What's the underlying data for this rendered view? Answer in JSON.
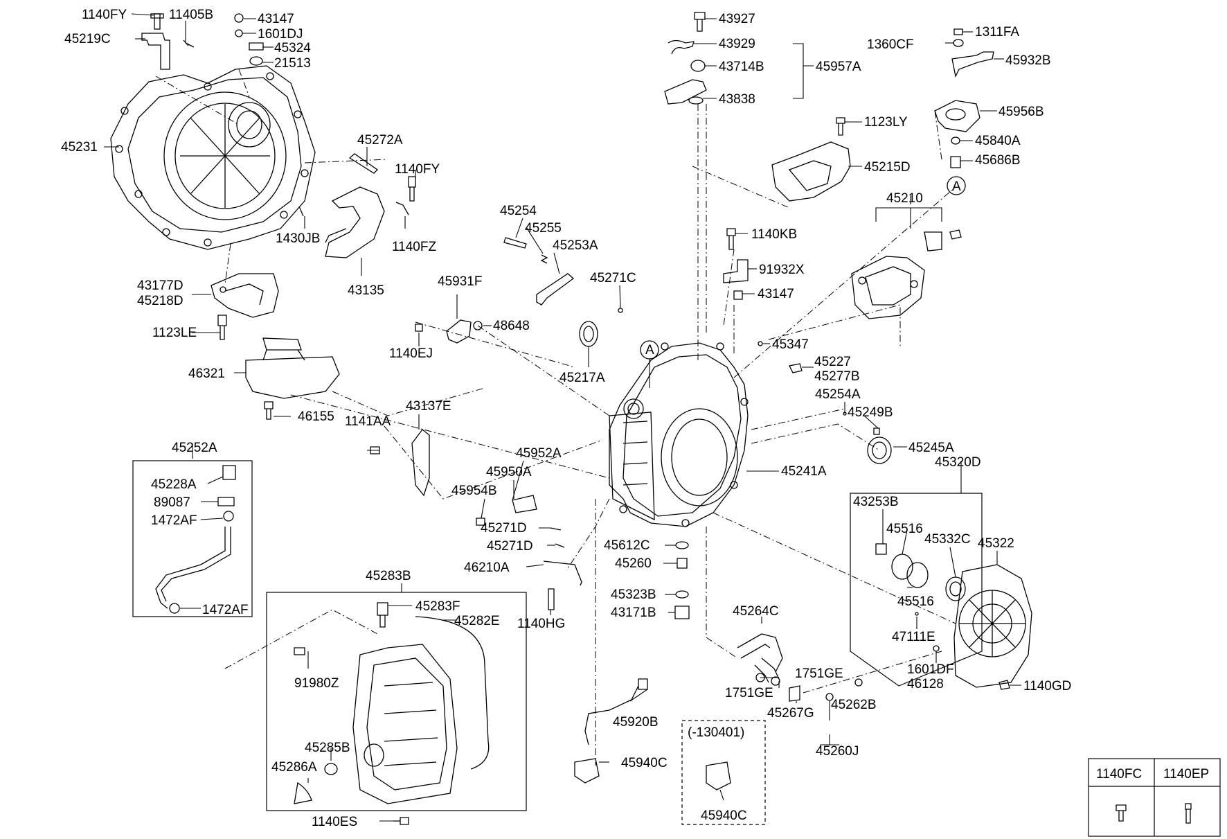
{
  "labels": {
    "p1140FY_a": "1140FY",
    "p11405B": "11405B",
    "p43147_a": "43147",
    "p1601DJ": "1601DJ",
    "p45324": "45324",
    "p21513": "21513",
    "p45219C": "45219C",
    "p45231": "45231",
    "p45272A": "45272A",
    "p1140FY_b": "1140FY",
    "p1140FZ": "1140FZ",
    "p1430JB": "1430JB",
    "p43135": "43135",
    "p43177D": "43177D",
    "p45218D": "45218D",
    "p1123LE": "1123LE",
    "p46321": "46321",
    "p46155": "46155",
    "p45252A": "45252A",
    "p45228A": "45228A",
    "p89087": "89087",
    "p1472AF_a": "1472AF",
    "p1472AF_b": "1472AF",
    "p45283B": "45283B",
    "p45283F": "45283F",
    "p45282E": "45282E",
    "p91980Z": "91980Z",
    "p45285B": "45285B",
    "p45286A": "45286A",
    "p1140ES": "1140ES",
    "p43927": "43927",
    "p43929": "43929",
    "p43714B": "43714B",
    "p45957A": "45957A",
    "p43838": "43838",
    "p45254": "45254",
    "p45255": "45255",
    "p45253A": "45253A",
    "p45271C": "45271C",
    "p45931F": "45931F",
    "p48648": "48648",
    "p1140EJ": "1140EJ",
    "p45217A": "45217A",
    "pA_1": "A",
    "p43137E": "43137E",
    "p1141AA": "1141AA",
    "p45952A": "45952A",
    "p45950A": "45950A",
    "p45954B": "45954B",
    "p45271D_a": "45271D",
    "p45271D_b": "45271D",
    "p46210A": "46210A",
    "p1140HG": "1140HG",
    "p45612C": "45612C",
    "p45260": "45260",
    "p45323B": "45323B",
    "p43171B": "43171B",
    "p45920B": "45920B",
    "p45940C_a": "45940C",
    "p130401": "(-130401)",
    "p45940C_b": "45940C",
    "p1140KB": "1140KB",
    "p91932X": "91932X",
    "p43147_b": "43147",
    "p45347": "45347",
    "p45227": "45227",
    "p45277B": "45277B",
    "p45254A": "45254A",
    "p45249B": "45249B",
    "p45245A": "45245A",
    "p45241A": "45241A",
    "p45264C": "45264C",
    "p1751GE_a": "1751GE",
    "p1751GE_b": "1751GE",
    "p45267G": "45267G",
    "p45262B": "45262B",
    "p45260J": "45260J",
    "p1311FA": "1311FA",
    "p1360CF": "1360CF",
    "p45932B": "45932B",
    "p45956B": "45956B",
    "p45840A": "45840A",
    "p45686B": "45686B",
    "pA_2": "A",
    "p1123LY": "1123LY",
    "p45215D": "45215D",
    "p45210": "45210",
    "p45320D": "45320D",
    "p43253B": "43253B",
    "p45516_a": "45516",
    "p45332C": "45332C",
    "p45322": "45322",
    "p45516_b": "45516",
    "p47111E": "47111E",
    "p1601DF": "1601DF",
    "p46128": "46128",
    "p1140GD": "1140GD"
  },
  "legend": {
    "col1": "1140FC",
    "col2": "1140EP"
  }
}
